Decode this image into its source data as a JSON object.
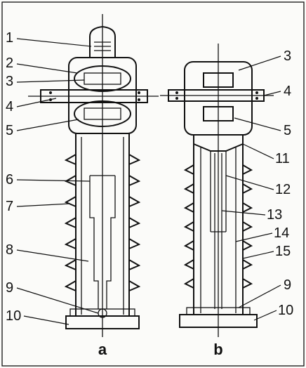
{
  "figure": {
    "captions": {
      "left": "a",
      "right": "b"
    },
    "callouts": {
      "left": [
        "1",
        "2",
        "3",
        "4",
        "5",
        "6",
        "7",
        "8",
        "9",
        "10"
      ],
      "right": [
        "3",
        "4",
        "5",
        "11",
        "12",
        "13",
        "14",
        "15",
        "9",
        "10"
      ]
    }
  }
}
